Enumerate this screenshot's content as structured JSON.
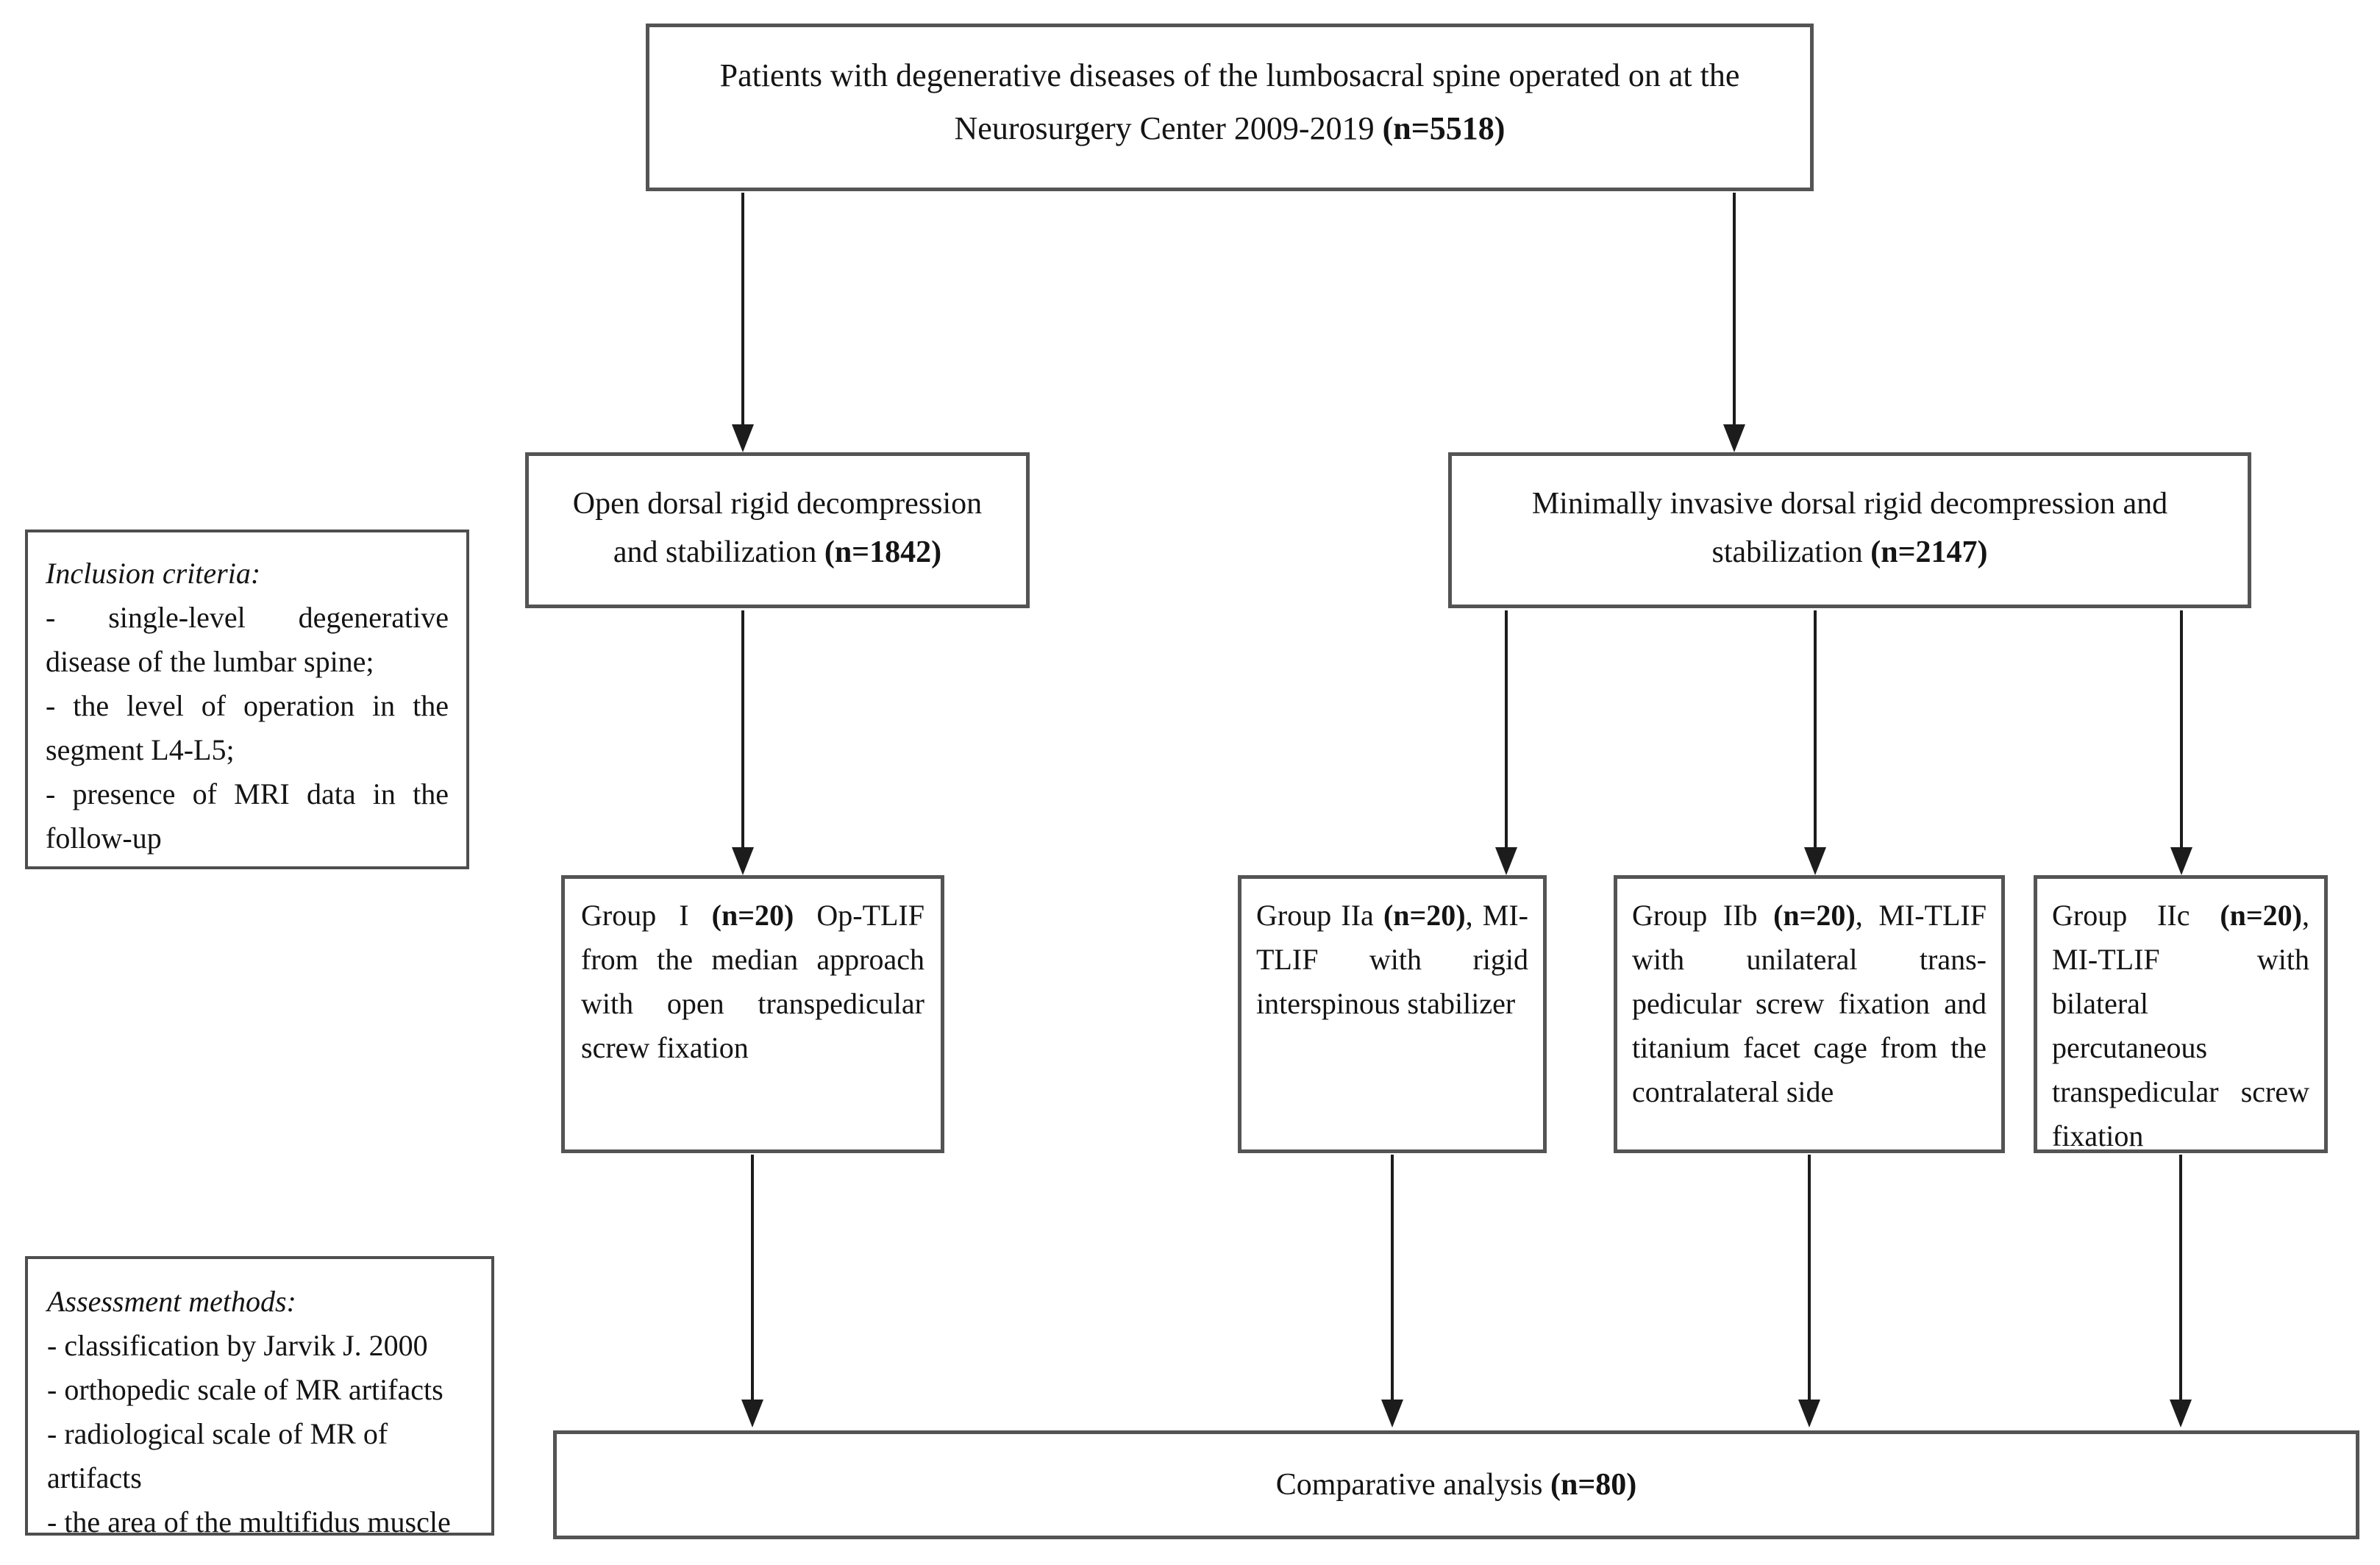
{
  "colors": {
    "background": "#ffffff",
    "box_border": "#545454",
    "arrow": "#1c1c1c",
    "text": "#141414"
  },
  "top_box": {
    "line1": "Patients with degenerative diseases of the lumbosacral spine operated on at the",
    "line2_prefix": "Neurosurgery Center 2009-2019 ",
    "n": "(n=5518)"
  },
  "open_box": {
    "line1": "Open dorsal rigid decompression",
    "line2_prefix": "and stabilization ",
    "n": "(n=1842)"
  },
  "mis_box": {
    "line1": "Minimally invasive dorsal rigid decompression and",
    "line2_prefix": "stabilization ",
    "n": "(n=2147)"
  },
  "inclusion_box": {
    "title": "Inclusion criteria:",
    "items": [
      "- single-level degenerative disease of the lumbar spine;",
      "- the level of operation in the segment L4-L5;",
      "- presence of MRI data in the follow-up"
    ]
  },
  "assessment_box": {
    "title": "Assessment methods:",
    "items": [
      "- classification by Jarvik J. 2000",
      "- orthopedic scale of MR artifacts",
      "- radiological scale of MR of artifacts",
      "- the area of the multifidus muscle"
    ]
  },
  "groups": [
    {
      "prefix": "Group I ",
      "n": "(n=20)",
      "suffix": " Op-TLIF from the median approach with open transpedicular screw fixation"
    },
    {
      "prefix": "Group IIa ",
      "n": "(n=20)",
      "suffix": ", MI-TLIF with rigid interspinous stabilizer"
    },
    {
      "prefix": "Group IIb ",
      "n": "(n=20)",
      "suffix": ", MI-TLIF with unilateral trans-pedicular screw fixation and titanium facet cage from the contralateral side"
    },
    {
      "prefix": "Group IIc ",
      "n": "(n=20)",
      "suffix": ", MI-TLIF with bilateral percutaneous transpedicular screw fixation"
    }
  ],
  "bottom_box": {
    "prefix": "Comparative analysis ",
    "n": "(n=80)"
  }
}
